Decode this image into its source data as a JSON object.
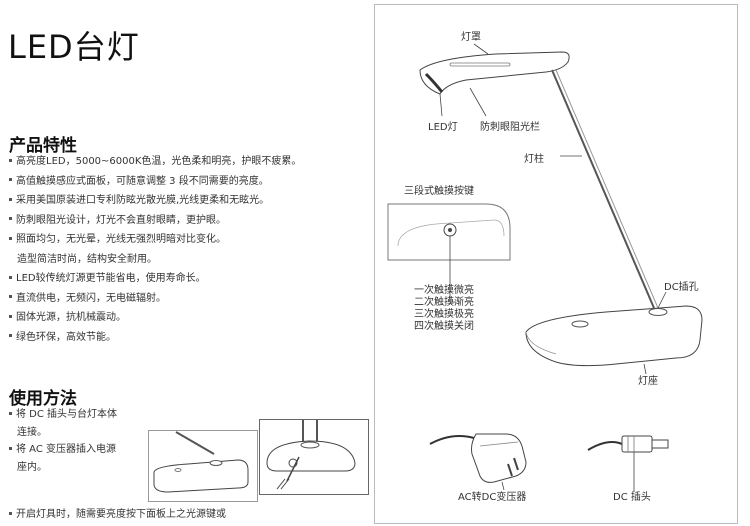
{
  "page": {
    "title": "LED台灯"
  },
  "features": {
    "heading": "产品特性",
    "items": [
      "高亮度LED，5000~6000K色温，光色柔和明亮，护眼不疲累。",
      "高值触摸感应式面板，可随意调整 3 段不同需要的亮度。",
      "采用美国原装进口专利防眩光散光膜,光线更柔和无眩光。",
      "防刺眼阻光设计，灯光不会直射眼睛，更护眼。",
      "照面均匀，无光晕，光线无强烈明暗对比变化。",
      "LED较传统灯源更节能省电，使用寿命长。",
      "直流供电，无频闪，无电磁辐射。",
      "固体光源，抗机械震动。",
      "绿色环保，高效节能。"
    ],
    "continuation": "造型简洁时尚，结构安全耐用。"
  },
  "usage": {
    "heading": "使用方法",
    "step1_line1": "将 DC 插头与台灯本体",
    "step1_line2": "连接。",
    "step2_line1": "将 AC 变压器插入电源",
    "step2_line2": "座内。",
    "step3": "开启灯具时，随需要亮度按下面板上之光源键或"
  },
  "diagram": {
    "lamp_shade": "灯罩",
    "led_light": "LED灯",
    "anti_glare_bar": "防刺眼阻光栏",
    "lamp_post": "灯柱",
    "touch_button": "三段式触摸按键",
    "touch_levels": [
      "一次触摸微亮",
      "二次触摸渐亮",
      "三次触摸极亮",
      "四次触摸关闭"
    ],
    "dc_jack": "DC插孔",
    "lamp_base": "灯座",
    "ac_adapter": "AC转DC变压器",
    "dc_plug": "DC 插头"
  }
}
